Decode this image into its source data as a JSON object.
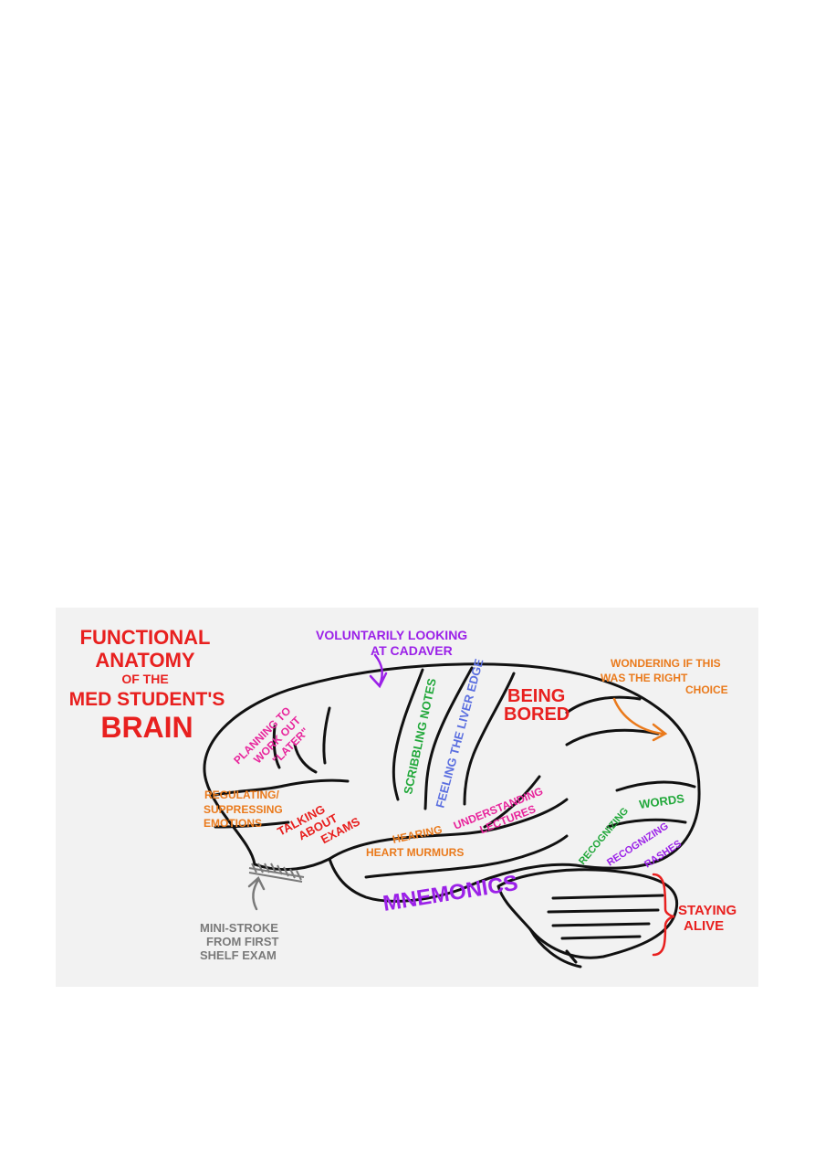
{
  "colors": {
    "red": "#e8201f",
    "purple": "#9b21e8",
    "magenta": "#e8259c",
    "green": "#21a83a",
    "blue": "#5b6fe0",
    "orange": "#ea7a1c",
    "gray": "#7a7a7a",
    "ink": "#111111",
    "panel": "#f2f2f2"
  },
  "title": {
    "line1": "FUNCTIONAL",
    "line2": "ANATOMY",
    "line3": "OF THE",
    "line4": "MED STUDENT'S",
    "line5": "BRAIN"
  },
  "labels": {
    "cadaver_line1": "VOLUNTARILY LOOKING",
    "cadaver_line2": "AT CADAVER",
    "wondering_line1": "WONDERING IF THIS",
    "wondering_line2": "WAS THE RIGHT",
    "wondering_line3": "CHOICE",
    "planning_line1": "PLANNING TO",
    "planning_line2": "WORK OUT",
    "planning_line3": "\"LATER\"",
    "scribbling": "SCRIBBLING NOTES",
    "liver": "FEELING THE LIVER EDGE",
    "bored_line1": "BEING",
    "bored_line2": "BORED",
    "regulating_line1": "REGULATING/",
    "regulating_line2": "SUPPRESSING",
    "regulating_line3": "EMOTIONS",
    "talking_line1": "TALKING",
    "talking_line2": "ABOUT",
    "talking_line3": "EXAMS",
    "hearing_line1": "HEARING",
    "hearing_line2": "HEART MURMURS",
    "understanding_line1": "UNDERSTANDING",
    "understanding_line2": "LECTURES",
    "recognizing_words_line1": "RECOGNIZING",
    "recognizing_words_line2": "WORDS",
    "recognizing_rashes_line1": "RECOGNIZING",
    "recognizing_rashes_line2": "RASHES",
    "mnemonics": "MNEMONICS",
    "staying_line1": "STAYING",
    "staying_line2": "ALIVE",
    "ministroke_line1": "MINI-STROKE",
    "ministroke_line2": "FROM FIRST",
    "ministroke_line3": "SHELF EXAM"
  }
}
